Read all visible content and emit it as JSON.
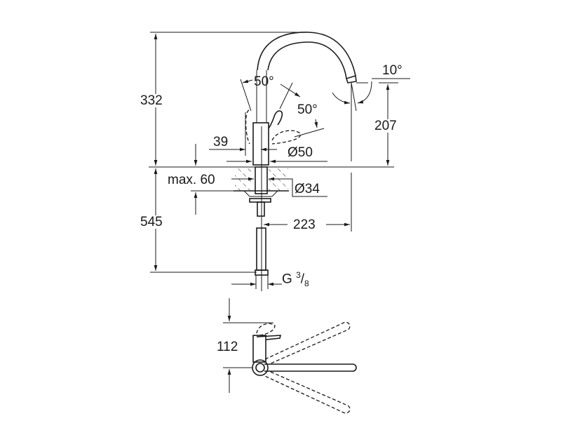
{
  "dimensions": {
    "height_above_counter": "332",
    "height_below_counter": "545",
    "outlet_height": "207",
    "spout_reach": "223",
    "spout_angle": "10°",
    "lever_angle_left": "50°",
    "lever_angle_right": "50°",
    "lever_offset": "39",
    "body_diameter": "Ø50",
    "counter_thickness": "max. 60",
    "hole_diameter": "Ø34",
    "thread_main": "G",
    "thread_num": "3",
    "thread_den": "8",
    "top_view_height": "112"
  }
}
